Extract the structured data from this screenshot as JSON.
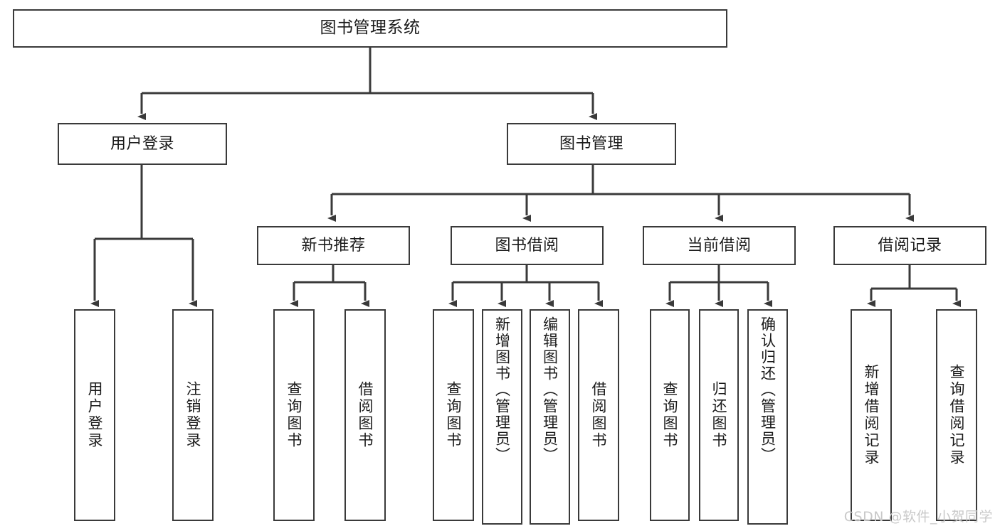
{
  "diagram": {
    "type": "tree",
    "title": "图书管理系统",
    "background": "#ffffff",
    "line_color": "#3a3a3a",
    "box_border_color": "#3a3a3a",
    "text_color": "#1a1a1a",
    "nodes": {
      "root": {
        "label": "图书管理系统"
      },
      "level2": [
        {
          "label": "用户登录"
        },
        {
          "label": "图书管理"
        }
      ],
      "level3": [
        {
          "label": "新书推荐"
        },
        {
          "label": "图书借阅"
        },
        {
          "label": "当前借阅"
        },
        {
          "label": "借阅记录"
        }
      ],
      "leaves": {
        "user_login": [
          {
            "label": "用户登录"
          },
          {
            "label": "注销登录"
          }
        ],
        "new_book_recommend": [
          {
            "label": "查询图书"
          },
          {
            "label": "借阅图书"
          }
        ],
        "book_borrow": [
          {
            "label": "查询图书"
          },
          {
            "label": "新增图书（管理员）"
          },
          {
            "label": "编辑图书（管理员）"
          },
          {
            "label": "借阅图书"
          }
        ],
        "current_borrow": [
          {
            "label": "查询图书"
          },
          {
            "label": "归还图书"
          },
          {
            "label": "确认归还（管理员）"
          }
        ],
        "borrow_record": [
          {
            "label": "新增借阅记录"
          },
          {
            "label": "查询借阅记录"
          }
        ]
      }
    }
  },
  "watermark": {
    "text": "CSDN @软件_小贺同学"
  }
}
